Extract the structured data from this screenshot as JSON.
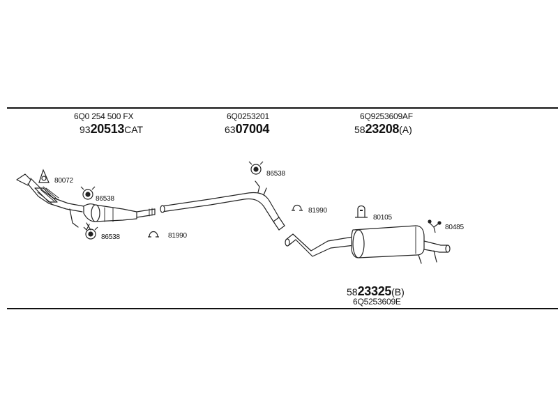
{
  "groups": [
    {
      "oe": "6Q0 254 500 FX",
      "prefix": "93",
      "main": "20513",
      "suffix": "CAT"
    },
    {
      "oe": "6Q0253201",
      "prefix": "63",
      "main": "07004",
      "suffix": ""
    },
    {
      "oe": "6Q9253609AF",
      "prefix": "58",
      "main": "23208",
      "suffix": "(A)"
    },
    {
      "oe": "6Q5253609E",
      "prefix": "58",
      "main": "23325",
      "suffix": "(B)"
    }
  ],
  "callouts": {
    "c1": "80072",
    "c2": "86538",
    "c3": "86538",
    "c4": "81990",
    "c5": "86538",
    "c6": "81990",
    "c7": "80105",
    "c8": "80485"
  }
}
